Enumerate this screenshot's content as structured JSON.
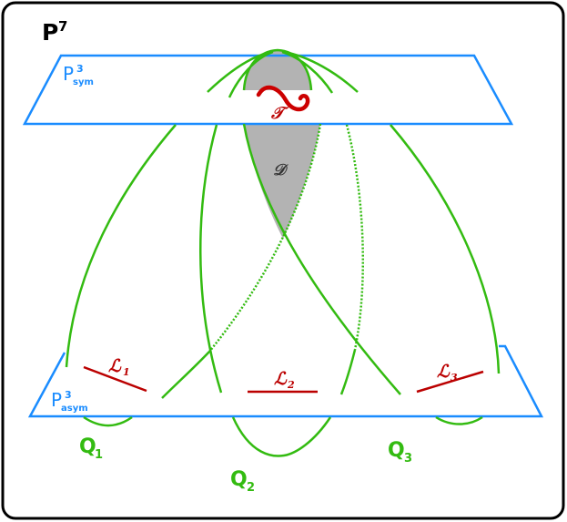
{
  "diagram": {
    "ambient_space": {
      "label": "P",
      "superscript": "7"
    },
    "planes": [
      {
        "id": "sym",
        "label": "P",
        "superscript": "3",
        "subscript": "sym",
        "color": "#1a8cff"
      },
      {
        "id": "asym",
        "label": "P",
        "superscript": "3",
        "subscript": "asym",
        "color": "#1a8cff"
      }
    ],
    "quadrics": [
      {
        "label": "Q",
        "subscript": "1",
        "color": "#33bb11"
      },
      {
        "label": "Q",
        "subscript": "2",
        "color": "#33bb11"
      },
      {
        "label": "Q",
        "subscript": "3",
        "color": "#33bb11"
      }
    ],
    "lines": [
      {
        "label": "ℒ",
        "subscript": "1",
        "color": "#bb0000"
      },
      {
        "label": "ℒ",
        "subscript": "2",
        "color": "#bb0000"
      },
      {
        "label": "ℒ",
        "subscript": "3",
        "color": "#bb0000"
      }
    ],
    "curve_T": {
      "label": "𝒯",
      "color": "#cc0000"
    },
    "region_D": {
      "label": "𝒟",
      "fill": "#b3b3b3"
    }
  }
}
